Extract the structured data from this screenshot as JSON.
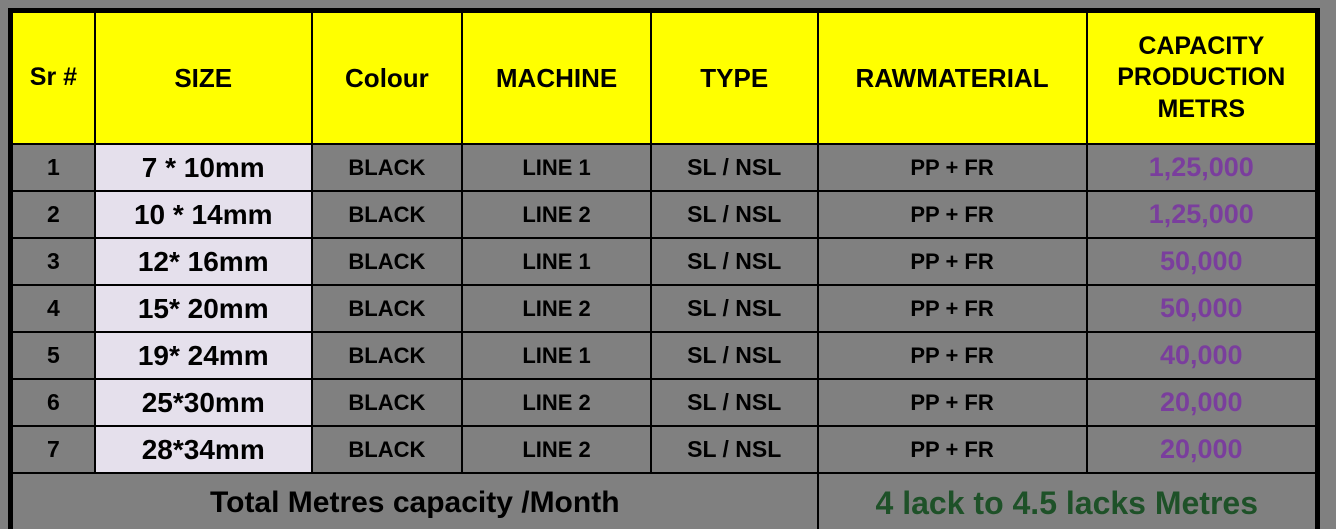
{
  "colors": {
    "page_background": "#808080",
    "header_background": "#FFFF00",
    "cell_background": "#808080",
    "size_cell_background": "#E5E0EC",
    "grid_border": "#000000",
    "body_text": "#000000",
    "capacity_text": "#7A3E9D",
    "total_value_text": "#1E5128"
  },
  "table": {
    "columns": {
      "sr": "Sr #",
      "size": "SIZE",
      "colour": "Colour",
      "machine": "MACHINE",
      "type": "TYPE",
      "rawmaterial": "RAWMATERIAL",
      "capacity": "CAPACITY PRODUCTION METRS"
    },
    "rows": [
      {
        "sr": "1",
        "size": "7 * 10mm",
        "colour": "BLACK",
        "machine": "LINE 1",
        "type": "SL / NSL",
        "rawmaterial": "PP + FR",
        "capacity": "1,25,000"
      },
      {
        "sr": "2",
        "size": "10 * 14mm",
        "colour": "BLACK",
        "machine": "LINE 2",
        "type": "SL / NSL",
        "rawmaterial": "PP + FR",
        "capacity": "1,25,000"
      },
      {
        "sr": "3",
        "size": "12* 16mm",
        "colour": "BLACK",
        "machine": "LINE 1",
        "type": "SL / NSL",
        "rawmaterial": "PP + FR",
        "capacity": "50,000"
      },
      {
        "sr": "4",
        "size": "15* 20mm",
        "colour": "BLACK",
        "machine": "LINE 2",
        "type": "SL / NSL",
        "rawmaterial": "PP + FR",
        "capacity": "50,000"
      },
      {
        "sr": "5",
        "size": "19* 24mm",
        "colour": "BLACK",
        "machine": "LINE 1",
        "type": "SL / NSL",
        "rawmaterial": "PP + FR",
        "capacity": "40,000"
      },
      {
        "sr": "6",
        "size": "25*30mm",
        "colour": "BLACK",
        "machine": "LINE 2",
        "type": "SL / NSL",
        "rawmaterial": "PP + FR",
        "capacity": "20,000"
      },
      {
        "sr": "7",
        "size": "28*34mm",
        "colour": "BLACK",
        "machine": "LINE 2",
        "type": "SL / NSL",
        "rawmaterial": "PP + FR",
        "capacity": "20,000"
      }
    ],
    "footer": {
      "label": "Total Metres capacity /Month",
      "value": "4 lack to 4.5 lacks Metres"
    }
  }
}
